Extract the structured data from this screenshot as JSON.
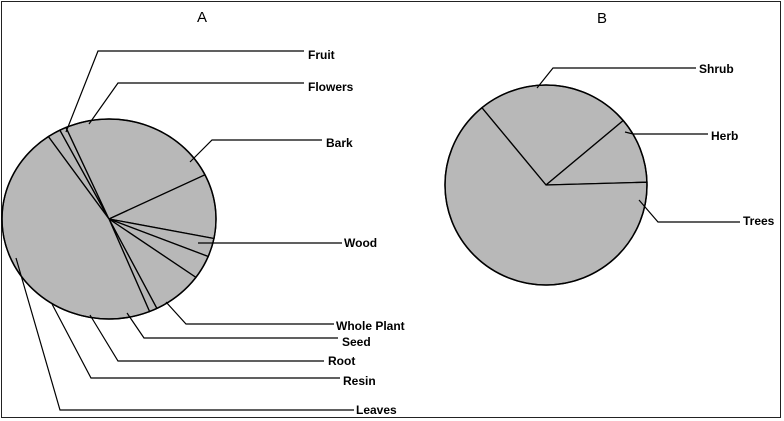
{
  "chart_data": [
    {
      "type": "pie",
      "title": "A",
      "fill_color": "#b8b8b8",
      "line_color": "#000000",
      "slices": [
        {
          "label": "Fruit",
          "value": 2.0
        },
        {
          "label": "Flowers",
          "value": 1.0
        },
        {
          "label": "Bark",
          "value": 24.3
        },
        {
          "label": "Wood",
          "value": 10.4
        },
        {
          "label": "Whole Plant",
          "value": 3.0
        },
        {
          "label": "Seed",
          "value": 3.8
        },
        {
          "label": "Root",
          "value": 7.7
        },
        {
          "label": "Resin",
          "value": 1.2
        },
        {
          "label": "Leaves",
          "value": 46.6
        }
      ]
    },
    {
      "type": "pie",
      "title": "B",
      "fill_color": "#b8b8b8",
      "line_color": "#000000",
      "slices": [
        {
          "label": "Shrub",
          "value": 24.8
        },
        {
          "label": "Herb",
          "value": 10.7
        },
        {
          "label": "Trees",
          "value": 64.5
        }
      ]
    }
  ]
}
